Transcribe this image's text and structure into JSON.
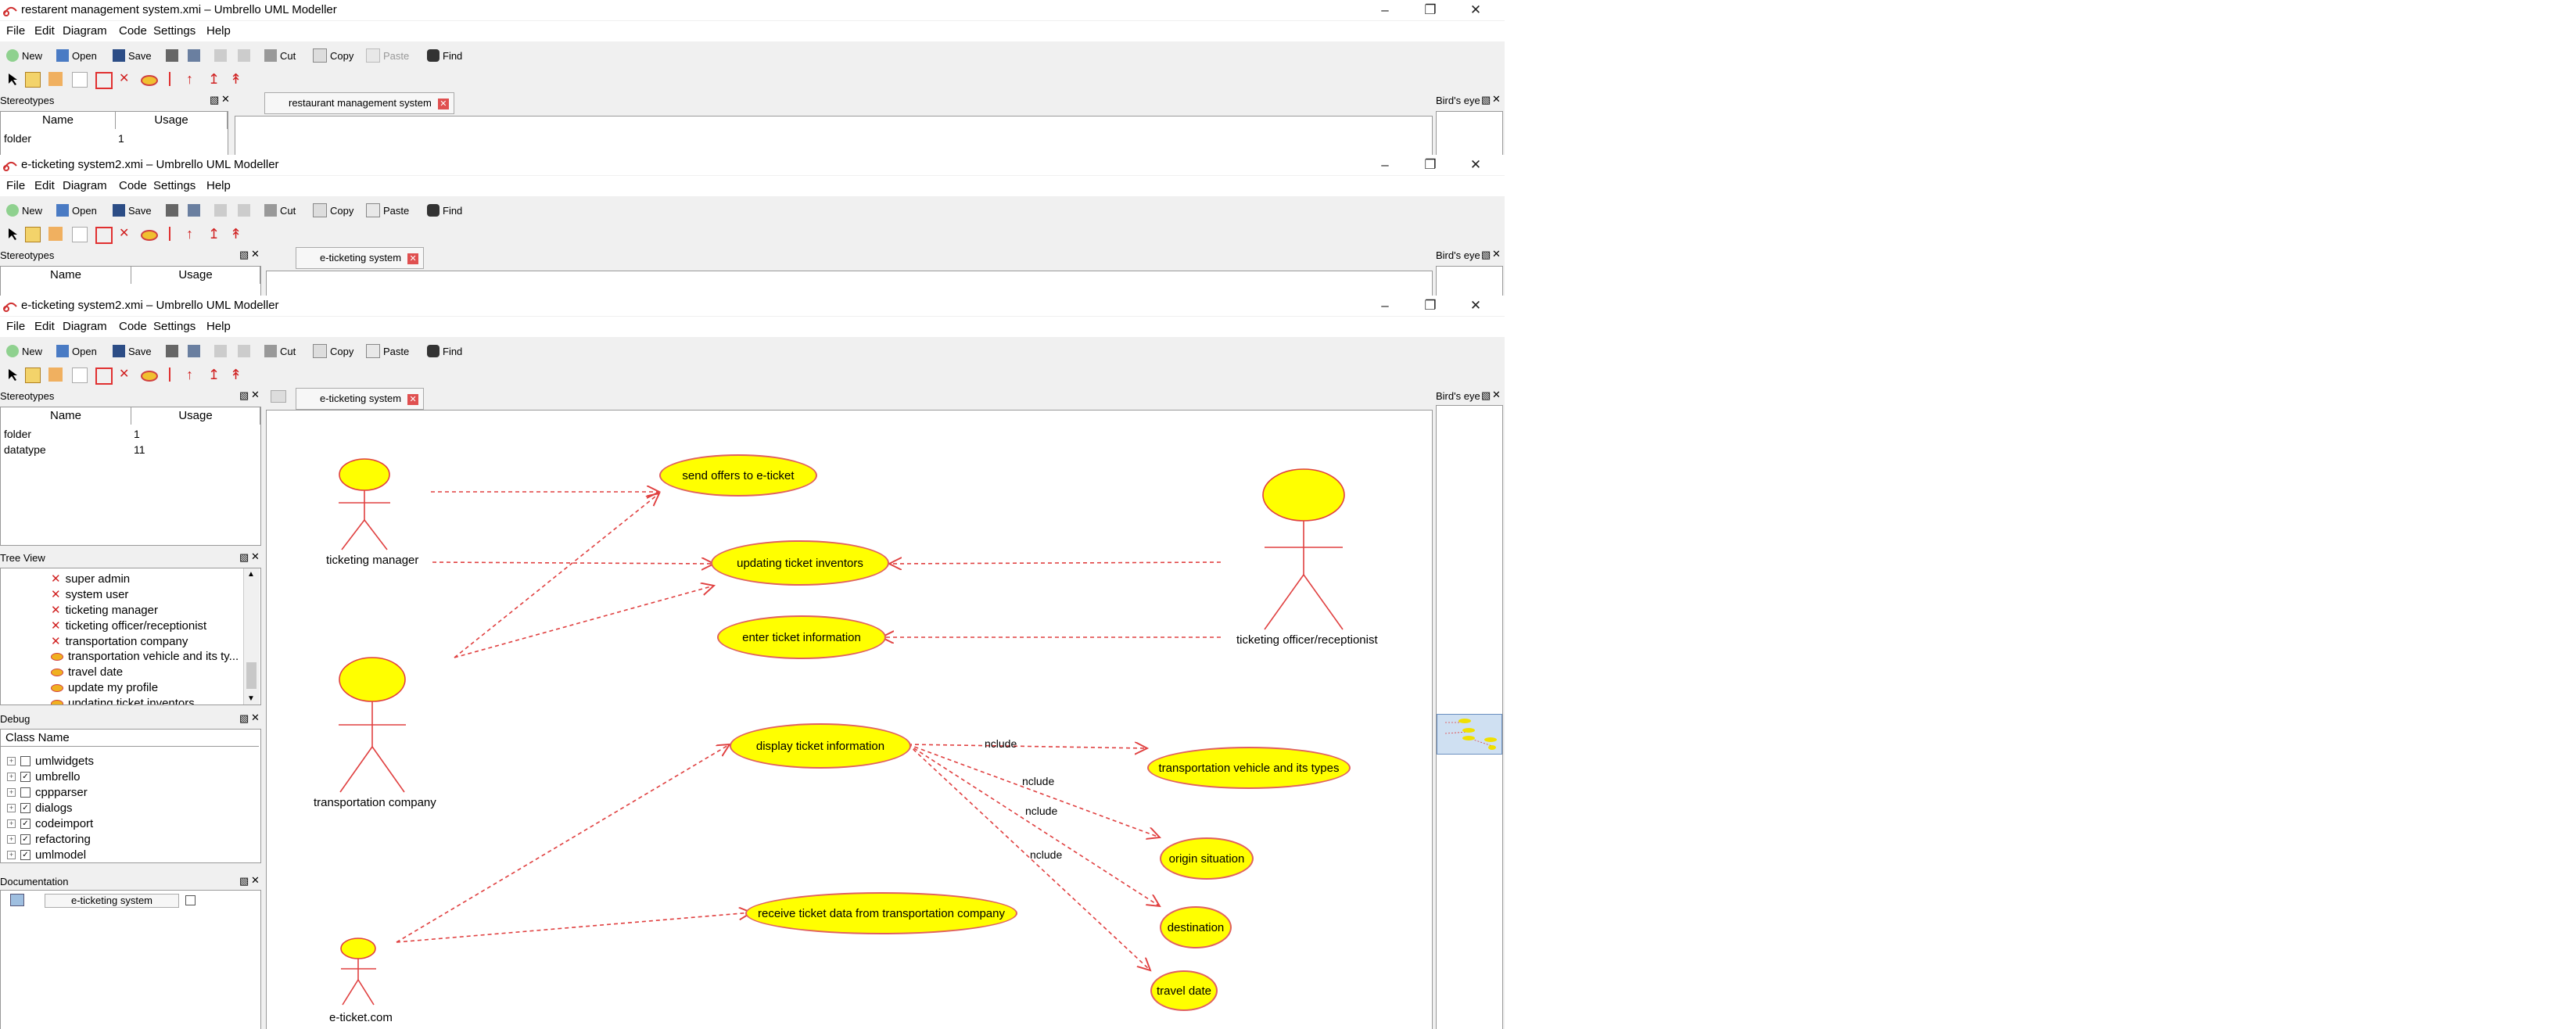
{
  "windows": [
    {
      "title": "restarent management system.xmi – Umbrello UML Modeller",
      "tab_label": "restaurant management system",
      "paste_enabled": false
    },
    {
      "title": "e-ticketing system2.xmi – Umbrello UML Modeller",
      "tab_label": "e-ticketing system",
      "paste_enabled": true
    },
    {
      "title": "e-ticketing system2.xmi – Umbrello UML Modeller",
      "tab_label": "e-ticketing system",
      "paste_enabled": true
    }
  ],
  "menu": [
    "File",
    "Edit",
    "Diagram",
    "Code",
    "Settings",
    "Help"
  ],
  "toolbar": {
    "new": "New",
    "open": "Open",
    "save": "Save",
    "cut": "Cut",
    "copy": "Copy",
    "paste": "Paste",
    "find": "Find"
  },
  "stereotypes": {
    "title": "Stereotypes",
    "columns": [
      "Name",
      "Usage"
    ],
    "rows": [
      {
        "name": "folder",
        "usage": "1"
      },
      {
        "name": "datatype",
        "usage": "11"
      }
    ]
  },
  "tree_view": {
    "title": "Tree View",
    "items": [
      {
        "label": "super admin",
        "icon": "actor-icon"
      },
      {
        "label": "system user",
        "icon": "actor-icon"
      },
      {
        "label": "ticketing manager",
        "icon": "actor-icon"
      },
      {
        "label": "ticketing officer/receptionist",
        "icon": "actor-icon"
      },
      {
        "label": "transportation company",
        "icon": "actor-icon"
      },
      {
        "label": "transportation vehicle and its ty...",
        "icon": "usecase-icon"
      },
      {
        "label": "travel date",
        "icon": "usecase-icon"
      },
      {
        "label": "update my profile",
        "icon": "usecase-icon"
      },
      {
        "label": "updating ticket inventors",
        "icon": "usecase-icon"
      }
    ]
  },
  "debug": {
    "title": "Debug",
    "column": "Class Name",
    "items": [
      {
        "label": "umlwidgets",
        "checked": false
      },
      {
        "label": "umbrello",
        "checked": true
      },
      {
        "label": "cppparser",
        "checked": false
      },
      {
        "label": "dialogs",
        "checked": true
      },
      {
        "label": "codeimport",
        "checked": true
      },
      {
        "label": "refactoring",
        "checked": true
      },
      {
        "label": "umlmodel",
        "checked": true
      }
    ]
  },
  "documentation": {
    "title": "Documentation",
    "diagram_name": "e-ticketing system"
  },
  "birds_eye": {
    "title": "Bird's eye"
  },
  "diagram": {
    "actors": [
      "ticketing manager",
      "transportation company",
      "ticketing officer/receptionist",
      "e-ticket.com"
    ],
    "use_cases": [
      "send offers to e-ticket",
      "updating ticket inventors",
      "enter ticket information",
      "display ticket information",
      "transportation vehicle and its types",
      "origin situation",
      "destination",
      "travel date",
      "receive ticket data from transportation company"
    ],
    "include_labels": [
      "nclude",
      "nclude",
      "nclude",
      "nclude"
    ]
  },
  "colors": {
    "usecase_fill": "#ffff00",
    "line": "#e04040"
  }
}
